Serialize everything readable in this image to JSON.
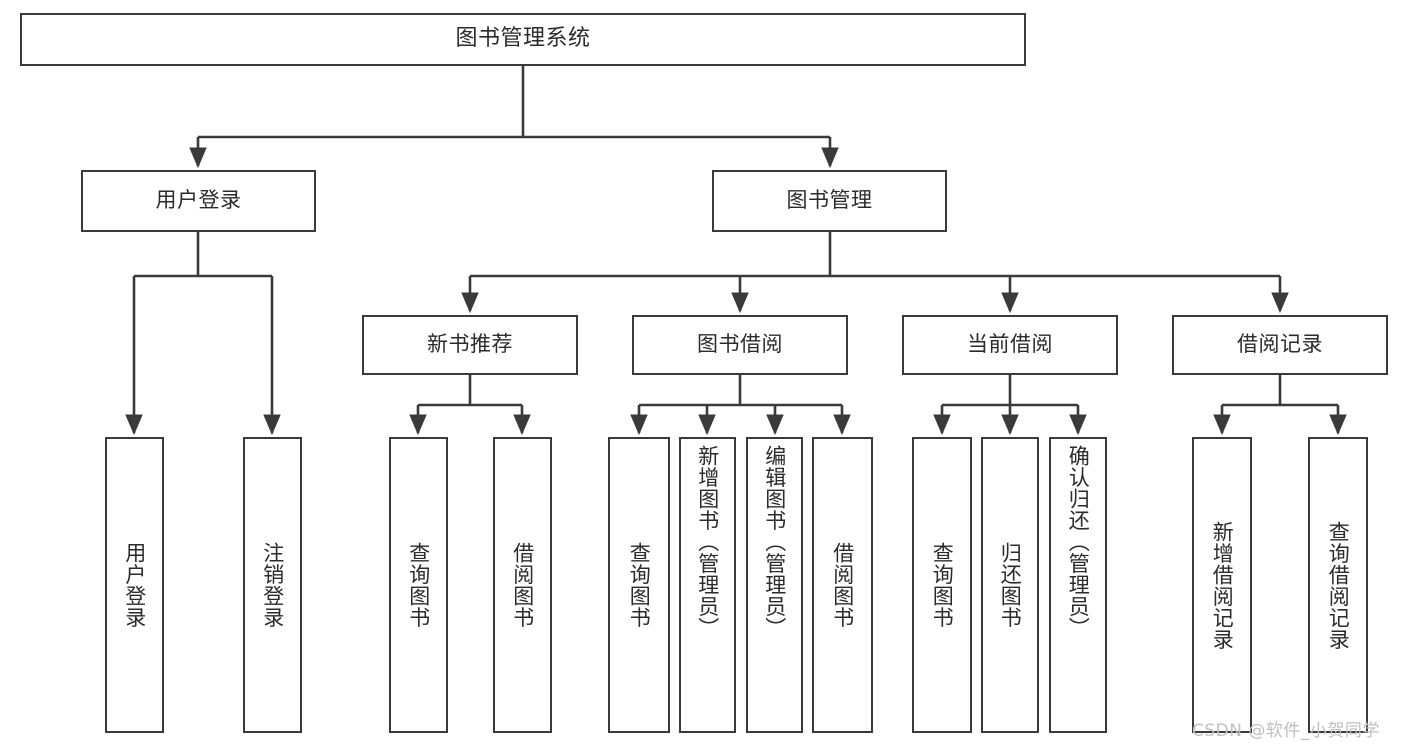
{
  "diagram": {
    "title": "图书管理系统",
    "watermark": "CSDN @软件_小贺同学",
    "colors": {
      "stroke": "#3a3a3a",
      "background": "#ffffff",
      "text": "#2b2b2b",
      "watermark": "#bfbfbf"
    },
    "root": {
      "label": "图书管理系统"
    },
    "level2": [
      {
        "label": "用户登录"
      },
      {
        "label": "图书管理"
      }
    ],
    "level3": [
      {
        "label": "新书推荐"
      },
      {
        "label": "图书借阅"
      },
      {
        "label": "当前借阅"
      },
      {
        "label": "借阅记录"
      }
    ],
    "leaves": {
      "user_login": [
        {
          "label": "用户登录"
        },
        {
          "label": "注销登录"
        }
      ],
      "new_book": [
        {
          "label": "查询图书"
        },
        {
          "label": "借阅图书"
        }
      ],
      "book_borrow": [
        {
          "label": "查询图书"
        },
        {
          "label": "新增图书（管理员）"
        },
        {
          "label": "编辑图书（管理员）"
        },
        {
          "label": "借阅图书"
        }
      ],
      "current_borrow": [
        {
          "label": "查询图书"
        },
        {
          "label": "归还图书"
        },
        {
          "label": "确认归还（管理员）"
        }
      ],
      "borrow_record": [
        {
          "label": "新增借阅记录"
        },
        {
          "label": "查询借阅记录"
        }
      ]
    }
  }
}
